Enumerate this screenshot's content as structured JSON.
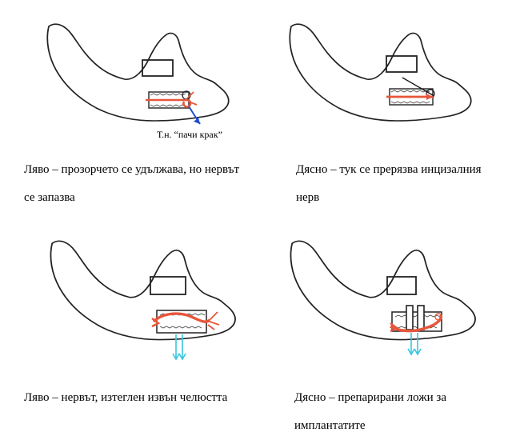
{
  "panels": [
    {
      "id": "top-left",
      "annotation": "Т.н. “пачи крак”"
    },
    {
      "id": "top-right"
    },
    {
      "id": "bottom-left"
    },
    {
      "id": "bottom-right"
    }
  ],
  "captions": {
    "top_left_line1": "Ляво – прозорчето се удължава, но нервът",
    "top_left_line2": "се запазва",
    "top_right_line1": "Дясно – тук се прерязва инцизалния",
    "top_right_line2": "нерв",
    "bottom_left": "Ляво – нервът, изтеглен извън челюстта",
    "bottom_right_line1": "Дясно – препарирани ложи за",
    "bottom_right_line2": "имплантатите"
  },
  "colors": {
    "outline": "#222222",
    "nerve": "#e8563a",
    "arrow_blue": "#1f4fd1",
    "arrow_cyan": "#38c6e0"
  }
}
